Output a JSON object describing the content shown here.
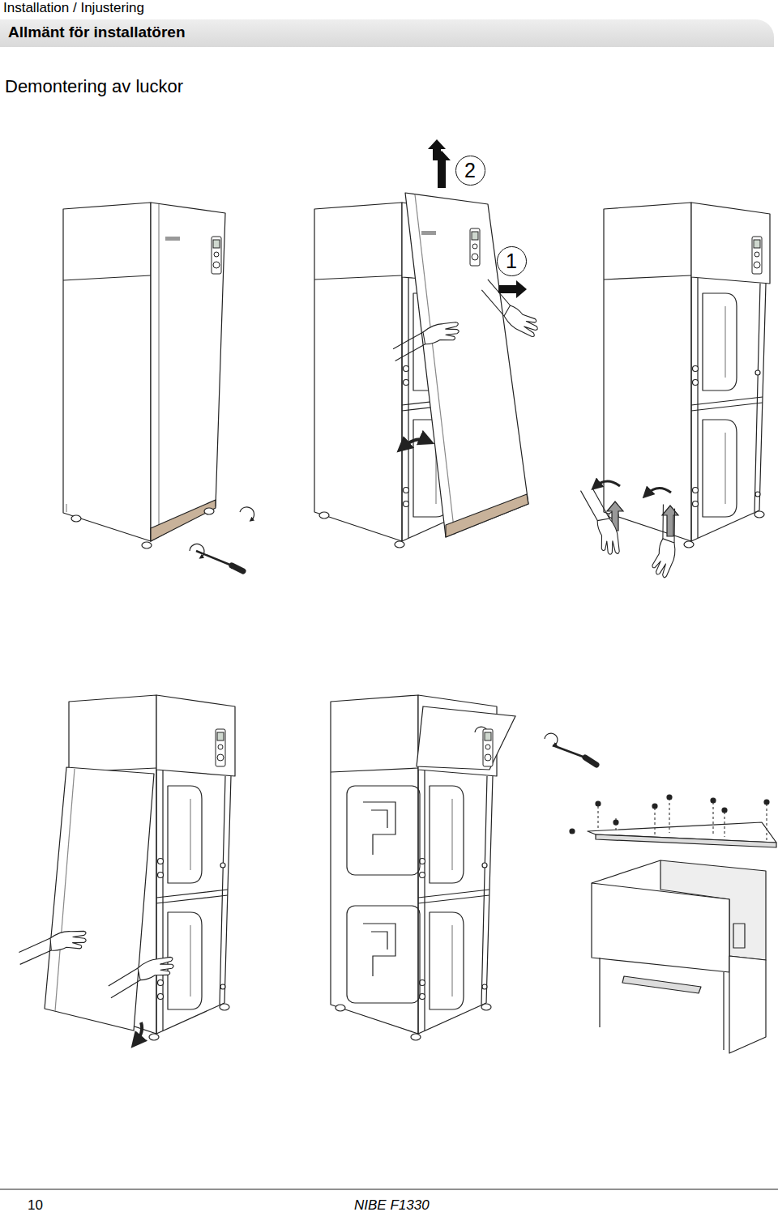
{
  "diagram": {
    "title": "Demontering av luckor",
    "nodes": [
      {
        "text": [
          "Allmänt för installatören"
        ]
      },
      {
        "text": [
          "2"
        ]
      },
      {
        "text": [
          "1"
        ]
      }
    ],
    "labels": [
      "Installation / Injustering",
      "10",
      "NIBE F1330"
    ]
  }
}
